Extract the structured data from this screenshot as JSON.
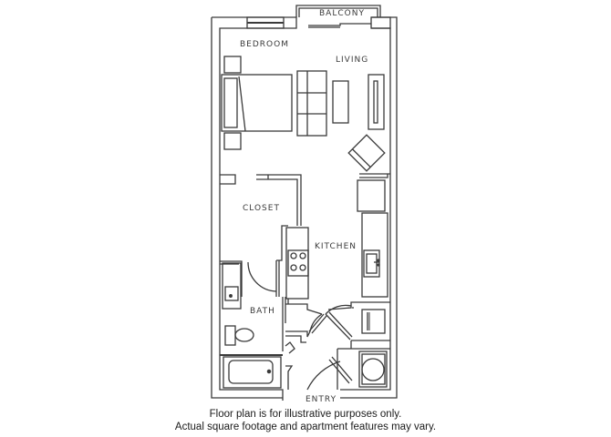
{
  "floor_plan": {
    "rooms": {
      "balcony": "BALCONY",
      "bedroom": "BEDROOM",
      "living": "LIVING",
      "closet": "CLOSET",
      "kitchen": "KITCHEN",
      "bath": "BATH",
      "entry": "ENTRY"
    },
    "line_color": "#3a3a3a",
    "fixtures": [
      "bed",
      "nightstand",
      "nightstand",
      "sofa",
      "coffee-table",
      "tv-console",
      "armchair",
      "refrigerator",
      "range",
      "kitchen-sink",
      "bath-sink",
      "toilet",
      "bathtub",
      "washer",
      "dryer"
    ]
  },
  "disclaimer": {
    "line1": "Floor plan is for illustrative purposes only.",
    "line2": "Actual square footage and apartment features may vary."
  }
}
